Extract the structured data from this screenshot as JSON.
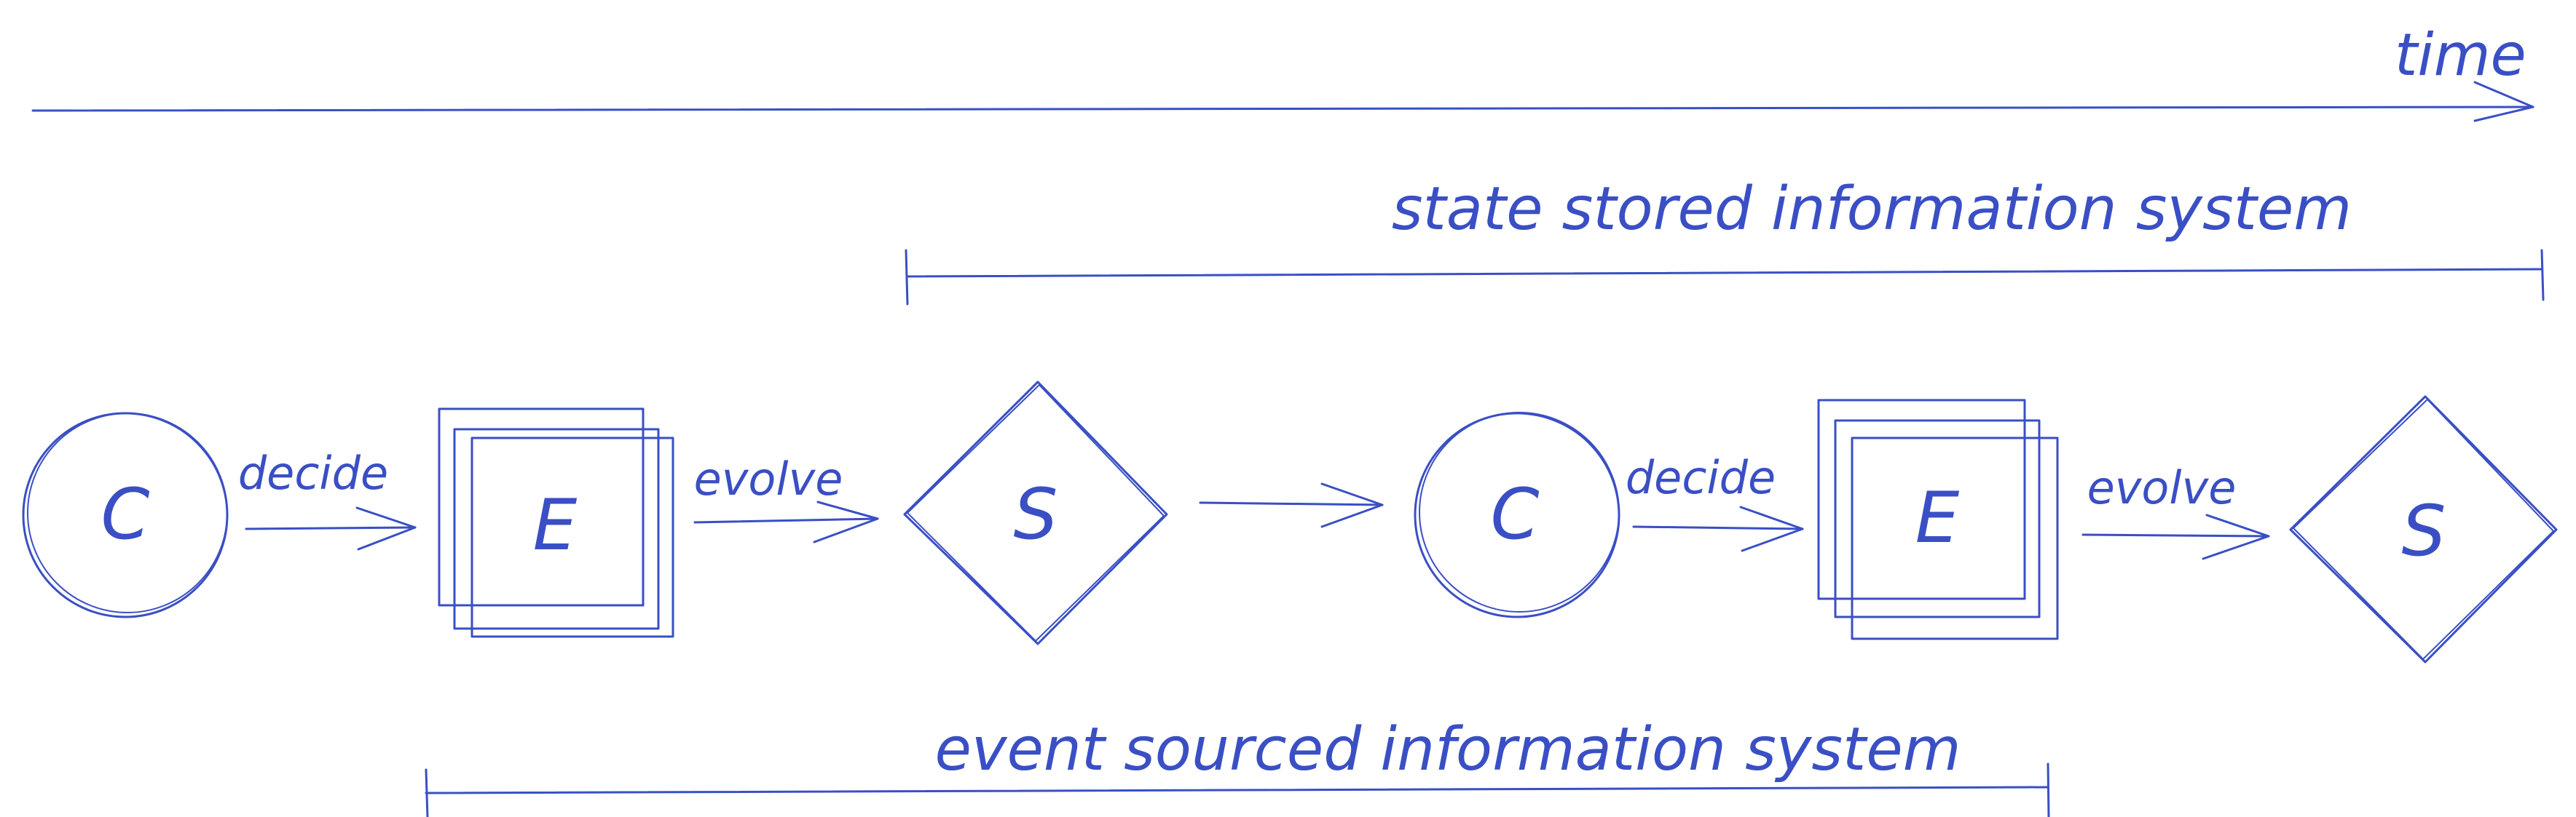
{
  "colors": {
    "ink": "#3a4fc4",
    "background": "#ffffff"
  },
  "timeline": {
    "label": "time"
  },
  "spans": {
    "state_stored": "state stored information system",
    "event_sourced": "event sourced information system"
  },
  "nodes": [
    {
      "id": "command-1",
      "shape": "circle",
      "label": "C"
    },
    {
      "id": "events-1",
      "shape": "stacked-squares",
      "label": "E"
    },
    {
      "id": "state-1",
      "shape": "diamond",
      "label": "S"
    },
    {
      "id": "command-2",
      "shape": "circle",
      "label": "C"
    },
    {
      "id": "events-2",
      "shape": "stacked-squares",
      "label": "E"
    },
    {
      "id": "state-2",
      "shape": "diamond",
      "label": "S"
    }
  ],
  "edges": [
    {
      "from": "command-1",
      "to": "events-1",
      "label": "decide"
    },
    {
      "from": "events-1",
      "to": "state-1",
      "label": "evolve"
    },
    {
      "from": "state-1",
      "to": "command-2",
      "label": ""
    },
    {
      "from": "command-2",
      "to": "events-2",
      "label": "decide"
    },
    {
      "from": "events-2",
      "to": "state-2",
      "label": "evolve"
    }
  ]
}
